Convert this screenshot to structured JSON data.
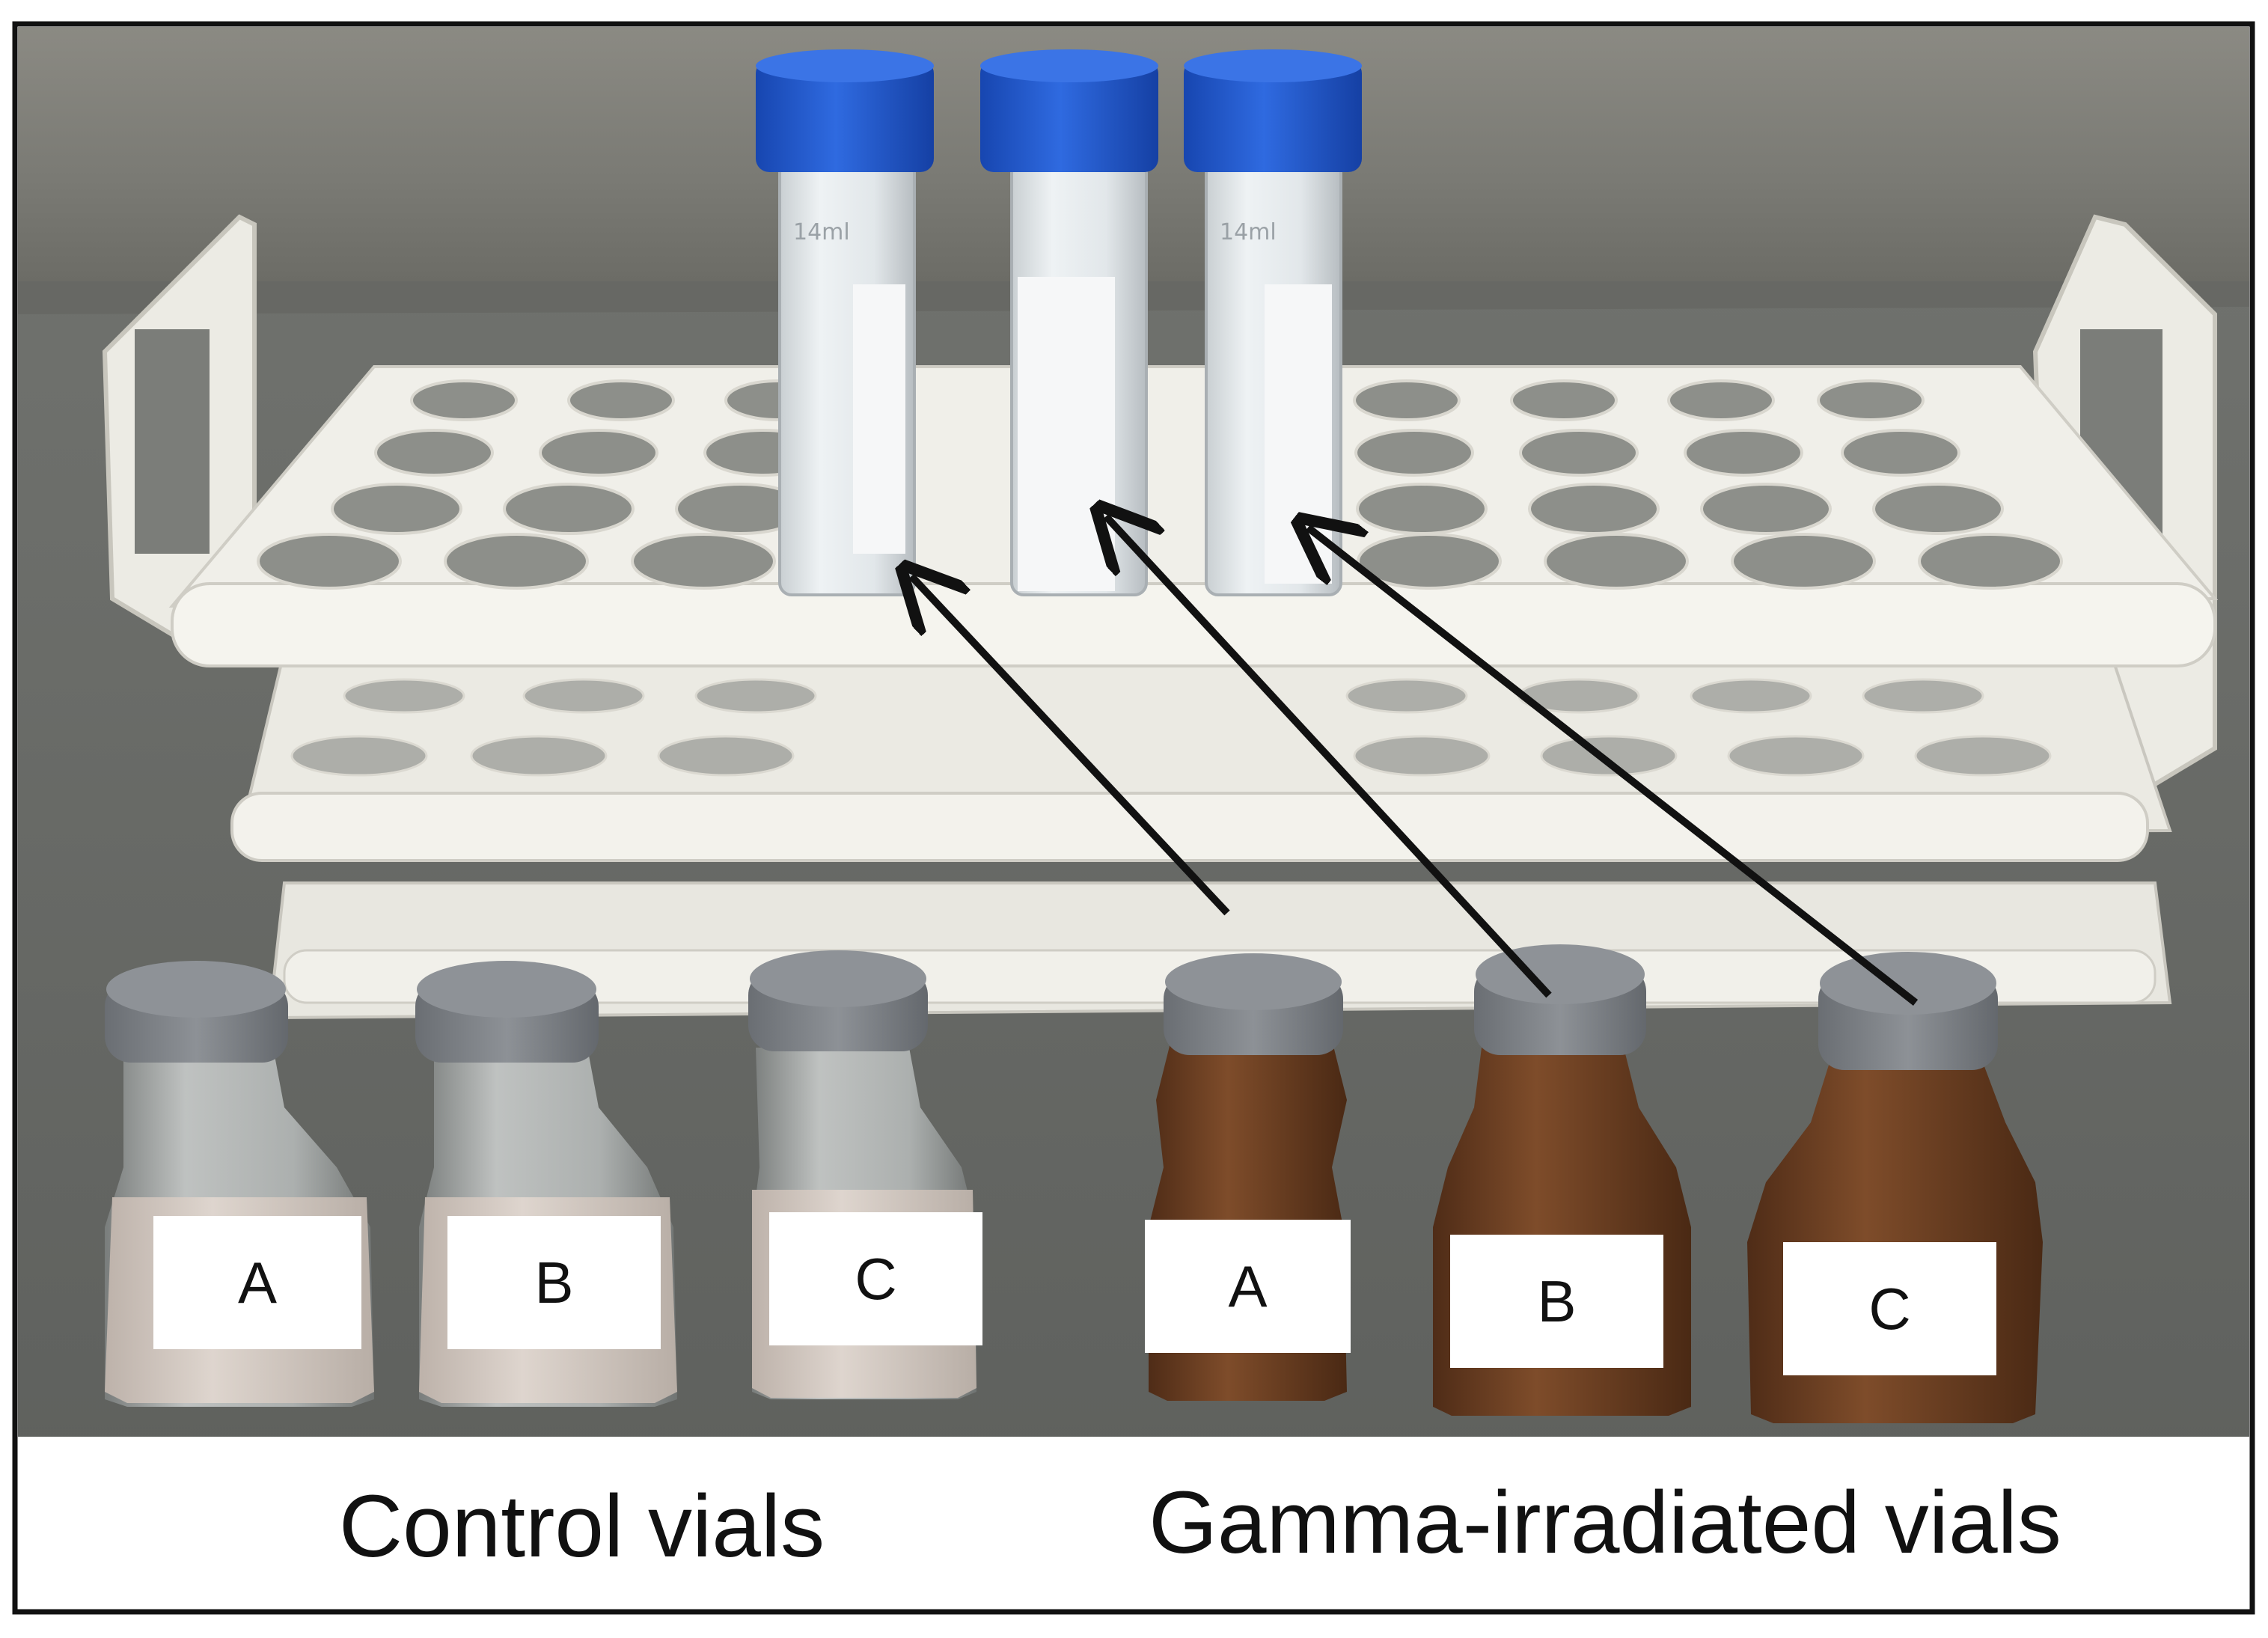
{
  "figure": {
    "vial_labels_control": [
      "A",
      "B",
      "C"
    ],
    "vial_labels_irradiated": [
      "A",
      "B",
      "C"
    ],
    "group_labels": {
      "control": "Control vials",
      "irradiated": "Gamma-irradiated vials"
    },
    "tube_scale_text": "14ml",
    "colors": {
      "cap_blue": "#1f56c8",
      "rack_white": "#f1f0ea",
      "control_powder": "#d8cec6",
      "irradiated_powder": "#6e4124",
      "stopper_gray": "#7d8186",
      "arrow": "#111111"
    }
  }
}
